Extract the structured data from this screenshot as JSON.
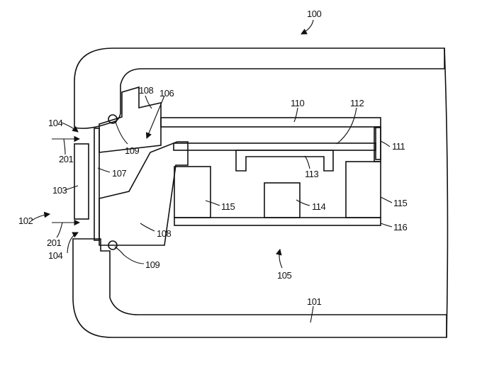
{
  "figure": {
    "type": "patent cross-section drawing",
    "reference_numerals": {
      "device": "100",
      "housing": "101",
      "port_region": "102",
      "cover": "103",
      "openings": "104",
      "interior_cavity": "105",
      "acoustic_path": "106",
      "mesh": "107",
      "port_member": "108",
      "seal": "109",
      "lid": "110",
      "spacer": "111",
      "membrane_layer": "112",
      "backplate": "113",
      "center_component": "114",
      "side_component": "115",
      "substrate": "116"
    },
    "labels": [
      {
        "id": "l100",
        "text": "100"
      },
      {
        "id": "l104a",
        "text": "104"
      },
      {
        "id": "l201a",
        "text": "201"
      },
      {
        "id": "l103",
        "text": "103"
      },
      {
        "id": "l102",
        "text": "102"
      },
      {
        "id": "l201b",
        "text": "201"
      },
      {
        "id": "l104b",
        "text": "104"
      },
      {
        "id": "l108a",
        "text": "108"
      },
      {
        "id": "l106",
        "text": "106"
      },
      {
        "id": "l109a",
        "text": "109"
      },
      {
        "id": "l107",
        "text": "107"
      },
      {
        "id": "l108b",
        "text": "108"
      },
      {
        "id": "l109b",
        "text": "109"
      },
      {
        "id": "l110",
        "text": "110"
      },
      {
        "id": "l112",
        "text": "112"
      },
      {
        "id": "l111",
        "text": "111"
      },
      {
        "id": "l113",
        "text": "113"
      },
      {
        "id": "l115a",
        "text": "115"
      },
      {
        "id": "l114",
        "text": "114"
      },
      {
        "id": "l115b",
        "text": "115"
      },
      {
        "id": "l116",
        "text": "116"
      },
      {
        "id": "l105",
        "text": "105"
      },
      {
        "id": "l101",
        "text": "101"
      }
    ]
  },
  "colors": {
    "ink": "#111111",
    "background": "#ffffff"
  }
}
